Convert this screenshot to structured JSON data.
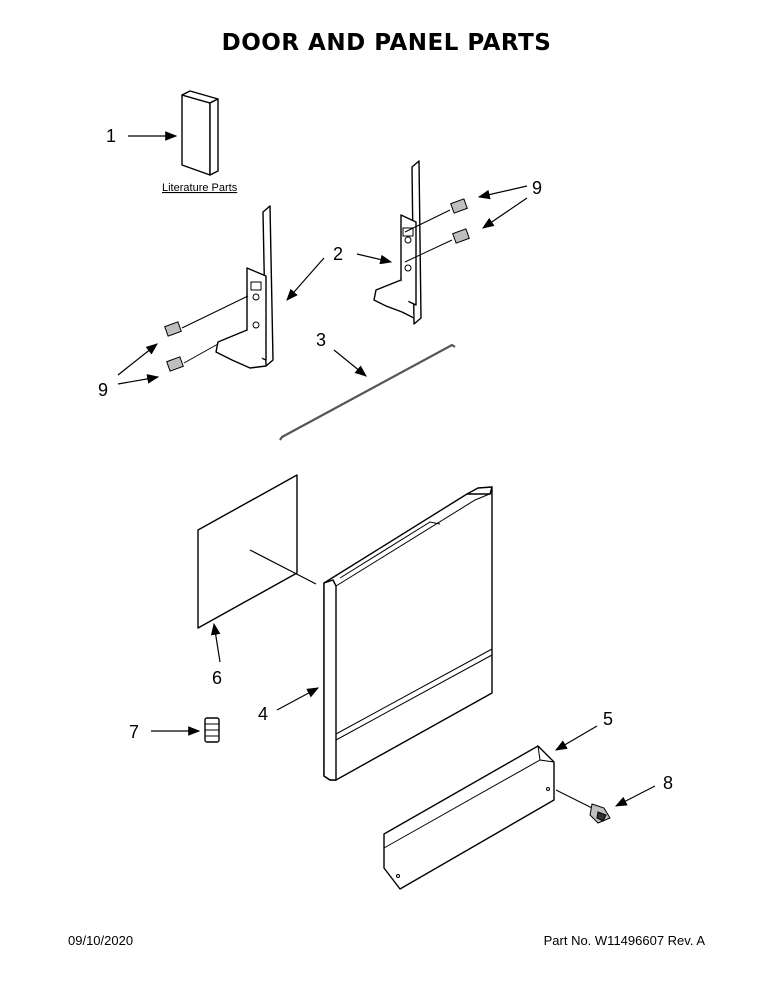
{
  "title": "DOOR AND PANEL PARTS",
  "literature_label": "Literature Parts",
  "callouts": {
    "c1": "1",
    "c2": "2",
    "c3": "3",
    "c4": "4",
    "c5": "5",
    "c6": "6",
    "c7": "7",
    "c8": "8",
    "c9a": "9",
    "c9b": "9"
  },
  "footer": {
    "date": "09/10/2020",
    "part_number": "Part No.  W11496607  Rev.  A"
  }
}
